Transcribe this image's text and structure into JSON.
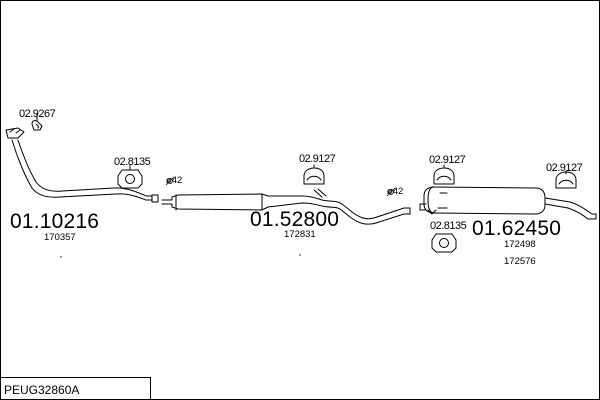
{
  "parts": {
    "front_pipe": {
      "number": "01.10216",
      "ref": "170357"
    },
    "middle_silencer": {
      "number": "01.52800",
      "ref": "172831"
    },
    "rear_silencer": {
      "number": "01.62450",
      "refs": [
        "172498",
        "172576"
      ]
    }
  },
  "accessories": {
    "clamp_front": "02.9267",
    "rubber_1": "02.8135",
    "hanger_middle": "02.9127",
    "hanger_rear_1": "02.9127",
    "hanger_rear_2": "02.9127",
    "rubber_rear": "02.8135"
  },
  "diameters": {
    "d1": "⌀42",
    "d2": "⌀42"
  },
  "footer": {
    "code": "PEUG32860A"
  },
  "icons": [
    "clamp-icon",
    "rubber-mount-icon",
    "hanger-icon"
  ]
}
